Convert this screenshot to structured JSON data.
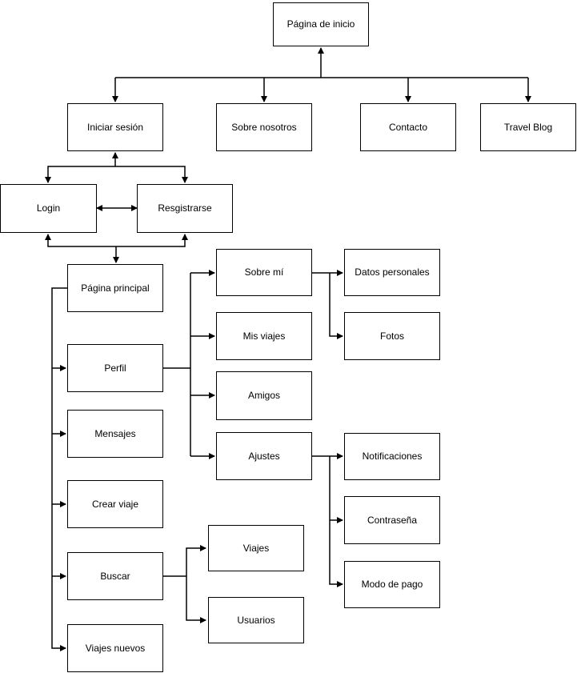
{
  "diagram": {
    "type": "sitemap-flowchart",
    "language": "Spanish",
    "background_color": "#ffffff",
    "line_color": "#000000",
    "box_fill_color": "#ffffff",
    "box_border_color": "#000000",
    "text_color": "#000000",
    "nodes": {
      "pagina_inicio": "Página de inicio",
      "iniciar_sesion": "Iniciar sesión",
      "sobre_nosotros": "Sobre nosotros",
      "contacto": "Contacto",
      "travel_blog": "Travel Blog",
      "login": "Login",
      "resgistrarse": "Resgistrarse",
      "pagina_principal": "Página principal",
      "perfil": "Perfil",
      "mensajes": "Mensajes",
      "crear_viaje": "Crear viaje",
      "buscar": "Buscar",
      "viajes_nuevos": "Viajes nuevos",
      "sobre_mi": "Sobre mí",
      "mis_viajes": "Mis viajes",
      "amigos": "Amigos",
      "ajustes": "Ajustes",
      "viajes": "Viajes",
      "usuarios": "Usuarios",
      "datos_personales": "Datos personales",
      "fotos": "Fotos",
      "notificaciones": "Notificaciones",
      "contrasena": "Contraseña",
      "modo_pago": "Modo de pago"
    },
    "connectors": [
      {
        "desc": "Bus linking Iniciar sesión, Sobre nosotros, Contacto and Travel Blog; up-arrow into bottom of Página de inicio and down-arrows into each of the four boxes"
      },
      {
        "desc": "Bus below Iniciar sesión with up-arrow into its bottom and down-arrows into tops of Login and Resgistrarse"
      },
      {
        "desc": "Double-headed horizontal arrow between Login and Resgistrarse"
      },
      {
        "desc": "Bus under Login and Resgistrarse with up-arrows into their bottoms and a down-arrow into top of Página principal"
      },
      {
        "desc": "Left spine from left side of Página principal with right-arrows into Perfil, Mensajes, Crear viaje, Buscar and Viajes nuevos"
      },
      {
        "desc": "Branch from right side of Perfil with right-arrows into Sobre mí, Mis viajes, Amigos and Ajustes"
      },
      {
        "desc": "Branch from right side of Sobre mí with right-arrows into Datos personales and Fotos"
      },
      {
        "desc": "Branch from right side of Ajustes with right-arrows into Notificaciones, Contraseña and Modo de pago"
      },
      {
        "desc": "Branch from right side of Buscar with right-arrows into Viajes and Usuarios"
      }
    ]
  }
}
